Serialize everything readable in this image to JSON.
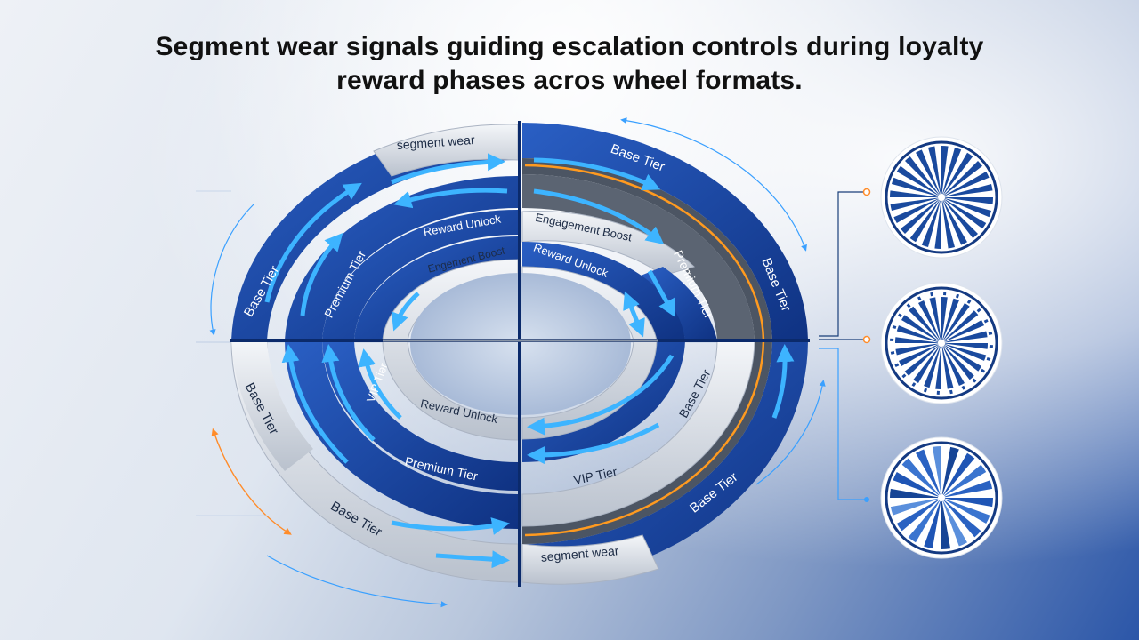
{
  "title": "Segment wear signals guiding escalation controls during loyalty reward phases acros wheel formats.",
  "rings": {
    "outer": {
      "left": [
        "segment wear",
        "Base Tier",
        "Base Tier",
        "Base Tier"
      ],
      "right": [
        "Base Tier",
        "Base Tier",
        "Base Tier",
        "segment wear"
      ]
    },
    "middle": {
      "left": [
        "Premium Tier",
        "Premium Tier"
      ],
      "right": [
        "Engagement Boost",
        "Premium Tier",
        "Base Tier",
        "VIP Tier"
      ]
    },
    "inner": {
      "left": [
        "Reward Unlock",
        "VIP Tier"
      ],
      "right": [
        "Reward Unlock"
      ]
    },
    "core": [
      "Engement Boost",
      "Reward Unlock"
    ]
  },
  "wheel_formats": [
    "thin-spoke-wheel",
    "segmented-spoke-wheel",
    "wedge-shaded-wheel"
  ],
  "colors": {
    "navy": "#123a8a",
    "blue": "#1f55b5",
    "arrow": "#2ea8ff",
    "silver": "#d5dae2",
    "orange": "#ff9a1f"
  }
}
